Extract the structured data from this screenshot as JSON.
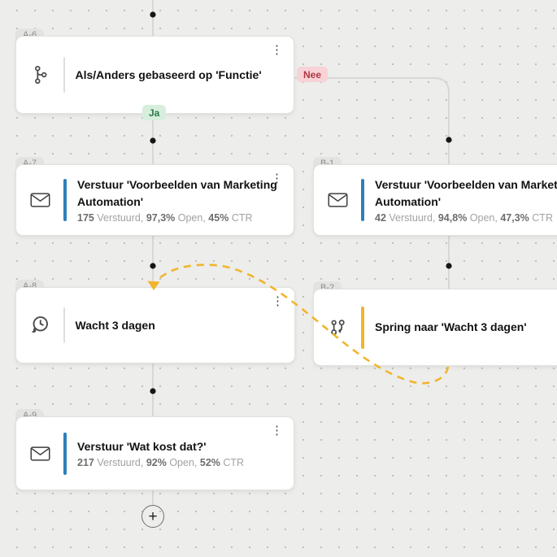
{
  "app": {
    "name": "marketing-automation-flow-editor"
  },
  "flow": {
    "ja_label": "Ja",
    "nee_label": "Nee"
  },
  "controls": {
    "menu_glyph": "⋮",
    "add_step_glyph": "+"
  },
  "icons": {
    "a6": "branch-split-icon",
    "a7": "envelope-icon",
    "b1": "envelope-icon",
    "a8": "clock-history-icon",
    "b2": "jump-goto-icon",
    "a9": "envelope-icon",
    "menu": "kebab-menu-icon",
    "add": "plus-icon"
  },
  "colors": {
    "canvas_bg": "#ededeb",
    "grid_dot": "#bdbdbb",
    "connector_gray": "#d7d7d5",
    "connector_dot": "#161616",
    "accent_blue": "#2f7fb9",
    "accent_yellow": "#f1b52c",
    "jump_curve_yellow": "#f1b52c",
    "badge_ja_bg": "#d7eedd",
    "badge_ja_text": "#27794a",
    "badge_nee_bg": "#f7d2d6",
    "badge_nee_text": "#ae3743"
  },
  "nodes": {
    "a6": {
      "id": "A-6",
      "type": "condition",
      "title": "Als/Anders gebaseerd op 'Functie'"
    },
    "a7": {
      "id": "A-7",
      "type": "email",
      "title": "Verstuur 'Voorbeelden van Marketing Automation'",
      "stats": {
        "sent": "175",
        "sent_label": "Verstuurd,",
        "open": "97,3%",
        "open_label": "Open,",
        "ctr": "45%",
        "ctr_label": "CTR"
      }
    },
    "b1": {
      "id": "B-1",
      "type": "email",
      "title": "Verstuur 'Voorbeelden van Marketing Automation'",
      "stats": {
        "sent": "42",
        "sent_label": "Verstuurd,",
        "open": "94,8%",
        "open_label": "Open,",
        "ctr": "47,3%",
        "ctr_label": "CTR"
      }
    },
    "a8": {
      "id": "A-8",
      "type": "wait",
      "title": "Wacht 3 dagen"
    },
    "b2": {
      "id": "B-2",
      "type": "jump",
      "title": "Spring naar 'Wacht 3 dagen'"
    },
    "a9": {
      "id": "A-9",
      "type": "email",
      "title": "Verstuur 'Wat kost dat?'",
      "stats": {
        "sent": "217",
        "sent_label": "Verstuurd,",
        "open": "92%",
        "open_label": "Open,",
        "ctr": "52%",
        "ctr_label": "CTR"
      }
    }
  }
}
